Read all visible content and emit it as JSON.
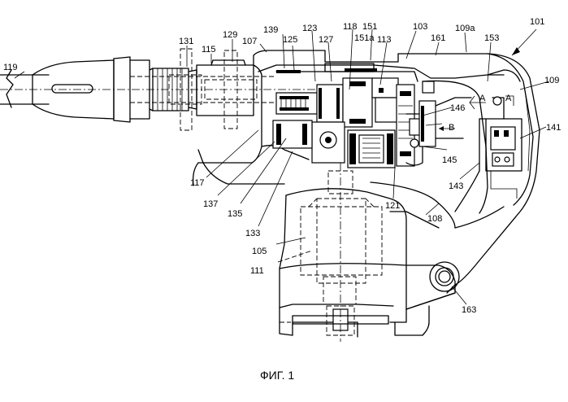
{
  "figure": {
    "caption": "ФИГ. 1",
    "labels": [
      {
        "id": "101",
        "text": "101"
      },
      {
        "id": "119",
        "text": "119"
      },
      {
        "id": "131",
        "text": "131"
      },
      {
        "id": "115",
        "text": "115"
      },
      {
        "id": "129",
        "text": "129"
      },
      {
        "id": "107",
        "text": "107"
      },
      {
        "id": "139",
        "text": "139"
      },
      {
        "id": "125",
        "text": "125"
      },
      {
        "id": "123",
        "text": "123"
      },
      {
        "id": "127",
        "text": "127"
      },
      {
        "id": "118",
        "text": "118"
      },
      {
        "id": "151",
        "text": "151"
      },
      {
        "id": "151a",
        "text": "151a"
      },
      {
        "id": "113",
        "text": "113"
      },
      {
        "id": "103",
        "text": "103"
      },
      {
        "id": "161",
        "text": "161"
      },
      {
        "id": "109a",
        "text": "109a"
      },
      {
        "id": "153",
        "text": "153"
      },
      {
        "id": "109",
        "text": "109"
      },
      {
        "id": "A1",
        "text": "A"
      },
      {
        "id": "A2",
        "text": "A"
      },
      {
        "id": "146",
        "text": "146"
      },
      {
        "id": "B",
        "text": "B"
      },
      {
        "id": "141",
        "text": "141"
      },
      {
        "id": "145",
        "text": "145"
      },
      {
        "id": "143",
        "text": "143"
      },
      {
        "id": "117",
        "text": "117"
      },
      {
        "id": "137",
        "text": "137"
      },
      {
        "id": "135",
        "text": "135"
      },
      {
        "id": "121",
        "text": "121"
      },
      {
        "id": "108",
        "text": "108"
      },
      {
        "id": "133",
        "text": "133"
      },
      {
        "id": "105",
        "text": "105"
      },
      {
        "id": "111",
        "text": "111"
      },
      {
        "id": "163",
        "text": "163"
      }
    ]
  }
}
